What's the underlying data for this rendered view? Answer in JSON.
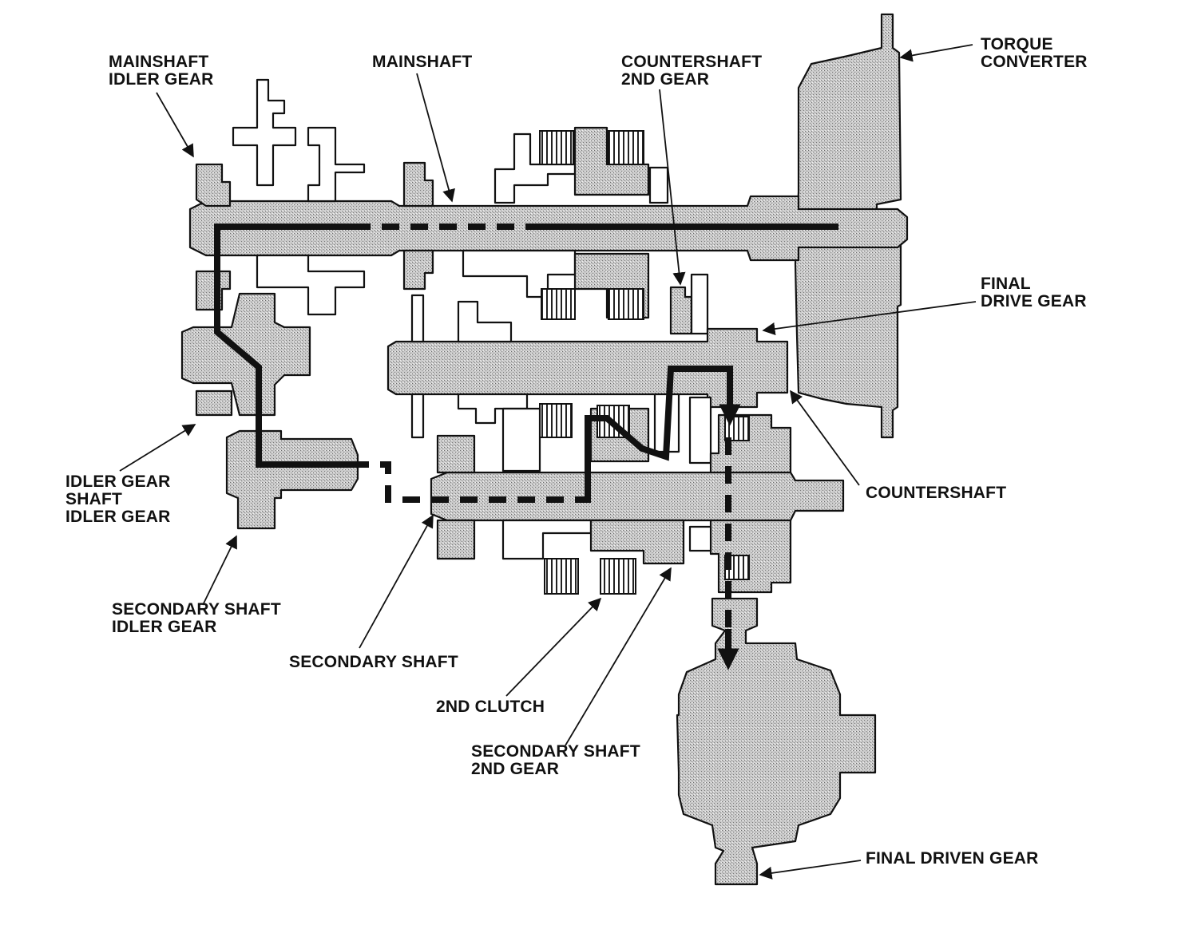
{
  "labels": {
    "mainshaft_idler_gear": [
      "MAINSHAFT",
      "IDLER GEAR"
    ],
    "mainshaft": [
      "MAINSHAFT"
    ],
    "countershaft_2nd_gear": [
      "COUNTERSHAFT",
      "2ND GEAR"
    ],
    "torque_converter": [
      "TORQUE",
      "CONVERTER"
    ],
    "final_drive_gear": [
      "FINAL",
      "DRIVE GEAR"
    ],
    "countershaft": [
      "COUNTERSHAFT"
    ],
    "idler_gear_shaft_idler_gear": [
      "IDLER GEAR",
      "SHAFT",
      "IDLER GEAR"
    ],
    "secondary_shaft_idler_gear": [
      "SECONDARY SHAFT",
      "IDLER GEAR"
    ],
    "secondary_shaft": [
      "SECONDARY SHAFT"
    ],
    "second_clutch": [
      "2ND CLUTCH"
    ],
    "secondary_shaft_2nd_gear": [
      "SECONDARY SHAFT",
      "2ND GEAR"
    ],
    "final_driven_gear": [
      "FINAL DRIVEN GEAR"
    ]
  }
}
